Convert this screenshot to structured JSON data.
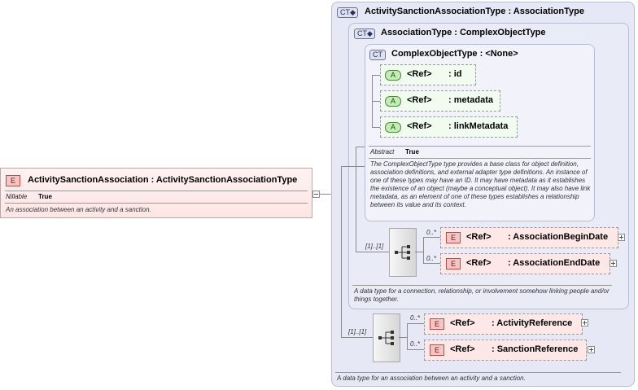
{
  "outer_type": {
    "badge": "CT",
    "title": "ActivitySanctionAssociationType : AssociationType",
    "doc": "A data type for an association between an activity and a sanction."
  },
  "association_type": {
    "badge": "CT",
    "title": "AssociationType : ComplexObjectType",
    "doc": "A data type for a connection, relationship, or involvement somehow linking people and/or things together."
  },
  "complex_object_type": {
    "badge": "CT",
    "title": "ComplexObjectType : <None>",
    "prop_name": "Abstract",
    "prop_value": "True",
    "doc": "The ComplexObjectType type provides a base class for object definition, association definitions, and external adapter type definitions. An instance of one of these types may have an ID. It may have metadata as it establishes the existence of an object (maybe a conceptual object). It may also have link metadata, as an element of one of these types establishes a relationship between its value and its context."
  },
  "attributes": [
    {
      "badge": "A",
      "ref": "<Ref>",
      "name": ": id"
    },
    {
      "badge": "A",
      "ref": "<Ref>",
      "name": ": metadata"
    },
    {
      "badge": "A",
      "ref": "<Ref>",
      "name": ": linkMetadata"
    }
  ],
  "association_seq": {
    "cardinality": "[1]..[1]",
    "elements": [
      {
        "badge": "E",
        "ref": "<Ref>",
        "name": ": AssociationBeginDate",
        "cardinality": "0..*"
      },
      {
        "badge": "E",
        "ref": "<Ref>",
        "name": ": AssociationEndDate",
        "cardinality": "0..*"
      }
    ]
  },
  "outer_seq": {
    "cardinality": "[1]..[1]",
    "elements": [
      {
        "badge": "E",
        "ref": "<Ref>",
        "name": ": ActivityReference",
        "cardinality": "0..*"
      },
      {
        "badge": "E",
        "ref": "<Ref>",
        "name": ": SanctionReference",
        "cardinality": "0..*"
      }
    ]
  },
  "root_element": {
    "badge": "E",
    "title": "ActivitySanctionAssociation : ActivitySanctionAssociationType",
    "prop_name": "Nillable",
    "prop_value": "True",
    "doc": "An association between an activity and a sanction."
  },
  "colors": {
    "complex_type_bg": "#e6e8f6",
    "element_bg": "#fde7e7",
    "attribute_bg": "#f2fbf0"
  }
}
